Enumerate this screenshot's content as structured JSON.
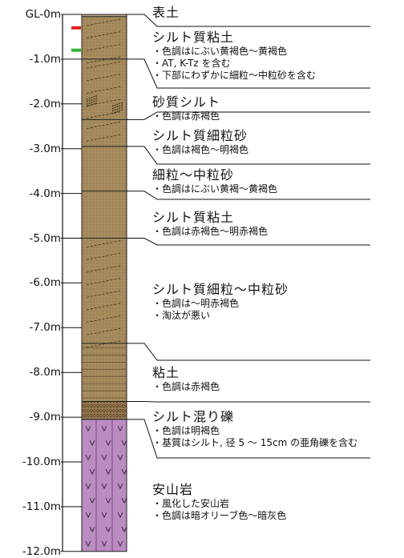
{
  "depth_labels": [
    "GL-0m",
    "-1.0m",
    "-2.0m",
    "-3.0m",
    "-4.0m",
    "-5.0m",
    "-6.0m",
    "-7.0m",
    "-8.0m",
    "-9.0m",
    "-10.0m",
    "-11.0m",
    "-12.0m"
  ],
  "layers": [
    {
      "title": "表土",
      "notes": []
    },
    {
      "title": "シルト質粘土",
      "notes": [
        "色調はにぶい黄褐色～黄褐色",
        "AT, K-Tz を含む",
        "下部にわずかに細粒～中粒砂を含む"
      ]
    },
    {
      "title": "砂質シルト",
      "notes": [
        "色調は赤褐色"
      ]
    },
    {
      "title": "シルト質細粒砂",
      "notes": [
        "色調は褐色～明褐色"
      ]
    },
    {
      "title": "細粒～中粒砂",
      "notes": [
        "色調はにぶい黄褐～黄褐色"
      ]
    },
    {
      "title": "シルト質粘土",
      "notes": [
        "色調は赤褐色～明赤褐色"
      ]
    },
    {
      "title": "シルト質細粒～中粒砂",
      "notes": [
        "色調は～明赤褐色",
        "淘汰が悪い"
      ]
    },
    {
      "title": "粘土",
      "notes": [
        "色調は赤褐色"
      ]
    },
    {
      "title": "シルト混り礫",
      "notes": [
        "色調は明褐色",
        "基質はシルト, 径 5 ～ 15cm の亜角礫を含む"
      ]
    },
    {
      "title": "安山岩",
      "notes": [
        "風化した安山岩",
        "色調は暗オリーブ色～暗灰色"
      ]
    }
  ],
  "colors": {
    "soil": "#a58a5c",
    "gravel": "#8c6e48",
    "andesite": "#bb8cc2",
    "marker_red": "#e02020",
    "marker_green": "#33b833"
  }
}
